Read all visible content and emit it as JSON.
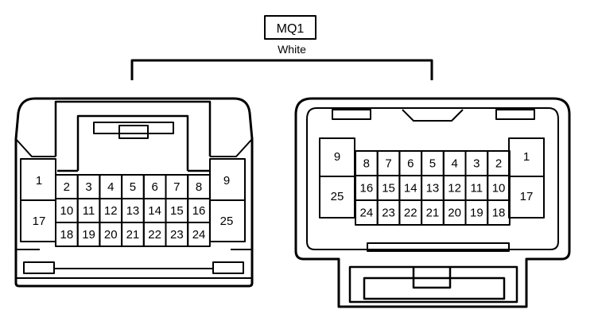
{
  "connector": {
    "name": "MQ1",
    "color_label": "White"
  },
  "left_connector": {
    "side_pins": {
      "left_top": "1",
      "left_bottom": "17",
      "right_top": "9",
      "right_bottom": "25"
    },
    "rows": [
      [
        "2",
        "3",
        "4",
        "5",
        "6",
        "7",
        "8"
      ],
      [
        "10",
        "11",
        "12",
        "13",
        "14",
        "15",
        "16"
      ],
      [
        "18",
        "19",
        "20",
        "21",
        "22",
        "23",
        "24"
      ]
    ]
  },
  "right_connector": {
    "side_pins": {
      "left_top": "9",
      "left_bottom": "25",
      "right_top": "1",
      "right_bottom": "17"
    },
    "rows": [
      [
        "8",
        "7",
        "6",
        "5",
        "4",
        "3",
        "2"
      ],
      [
        "16",
        "15",
        "14",
        "13",
        "12",
        "11",
        "10"
      ],
      [
        "24",
        "23",
        "22",
        "21",
        "20",
        "19",
        "18"
      ]
    ]
  }
}
